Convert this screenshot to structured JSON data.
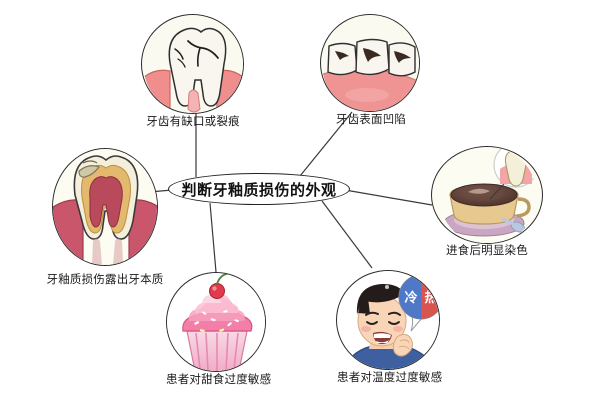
{
  "diagram": {
    "type": "mind-map",
    "center": {
      "label": "判断牙釉质损伤的外观"
    },
    "nodes": [
      {
        "id": "chipped-cracked-tooth",
        "label": "牙齿有缺口或裂痕",
        "icon": "cracked-molar-icon",
        "position": "top-left"
      },
      {
        "id": "tooth-surface-pitting",
        "label": "牙齿表面凹陷",
        "icon": "pitted-teeth-icon",
        "position": "top-right"
      },
      {
        "id": "staining-after-eating",
        "label": "进食后明显染色",
        "icon": "coffee-cup-stained-tooth-icon",
        "position": "right"
      },
      {
        "id": "temperature-sensitivity",
        "label": "患者对温度过度敏感",
        "icon": "boy-toothache-icon",
        "bubble_cold": "冷",
        "bubble_hot": "热",
        "position": "bottom-right"
      },
      {
        "id": "sweets-sensitivity",
        "label": "患者对甜食过度敏感",
        "icon": "cupcake-icon",
        "position": "bottom-left"
      },
      {
        "id": "dentin-exposed",
        "label": "牙釉质损伤露出牙本质",
        "icon": "tooth-cross-section-icon",
        "position": "left"
      }
    ],
    "colors": {
      "outline": "#2b2b2b",
      "bubble_bg": "#fbfaf0",
      "gum_pink": "#e98b8b",
      "tooth_white": "#f7f4ea",
      "cold_blue": "#4f78c8",
      "hot_red": "#d9534f",
      "cupcake_pink": "#f06c9b",
      "coffee_brown": "#5e4038"
    }
  }
}
